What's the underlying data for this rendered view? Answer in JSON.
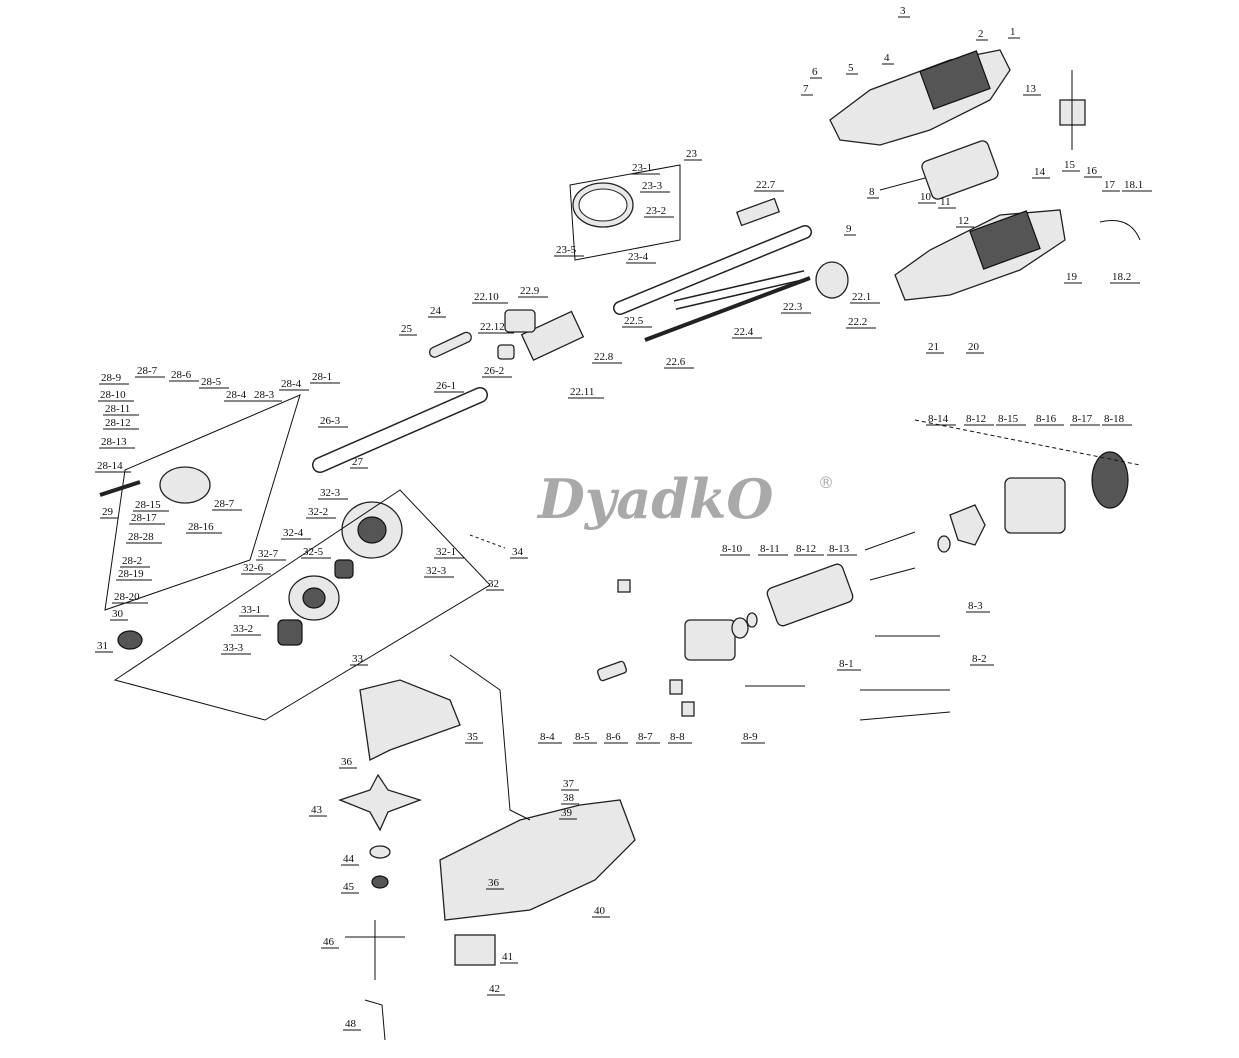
{
  "watermark": {
    "text": "DyadkO",
    "mark": "®"
  },
  "labels": [
    "1",
    "2",
    "3",
    "4",
    "5",
    "6",
    "7",
    "13",
    "8",
    "15",
    "14",
    "16",
    "17",
    "18.1",
    "10",
    "11",
    "12",
    "9",
    "19",
    "18.2",
    "21",
    "20",
    "23",
    "23-1",
    "23-3",
    "23-2",
    "23-5",
    "23-4",
    "22.7",
    "22.1",
    "22.2",
    "22.3",
    "22.4",
    "22.5",
    "22.6",
    "22.8",
    "22.9",
    "22.10",
    "22.11",
    "22.12",
    "24",
    "25",
    "26-1",
    "26-2",
    "26-3",
    "27",
    "28-1",
    "28-4",
    "28-3",
    "28-4",
    "28-5",
    "28-6",
    "28-7",
    "28-9",
    "28-10",
    "28-11",
    "28-12",
    "28-13",
    "28-14",
    "28-7",
    "29",
    "28-15",
    "28-17",
    "28-16",
    "28-28",
    "28-2",
    "28-19",
    "28-20",
    "30",
    "31",
    "32-3",
    "32-2",
    "32-1",
    "32-3",
    "32-4",
    "32-5",
    "32-7",
    "32-6",
    "32",
    "34",
    "33-1",
    "33-2",
    "33-3",
    "33",
    "35",
    "36",
    "37",
    "38",
    "39",
    "43",
    "44",
    "45",
    "36",
    "40",
    "41",
    "42",
    "46",
    "48",
    "8-14",
    "8-12",
    "8-15",
    "8-16",
    "8-17",
    "8-18",
    "8-10",
    "8-11",
    "8-12",
    "8-13",
    "8-3",
    "8-1",
    "8-2",
    "8-4",
    "8-5",
    "8-6",
    "8-7",
    "8-8",
    "8-9"
  ]
}
